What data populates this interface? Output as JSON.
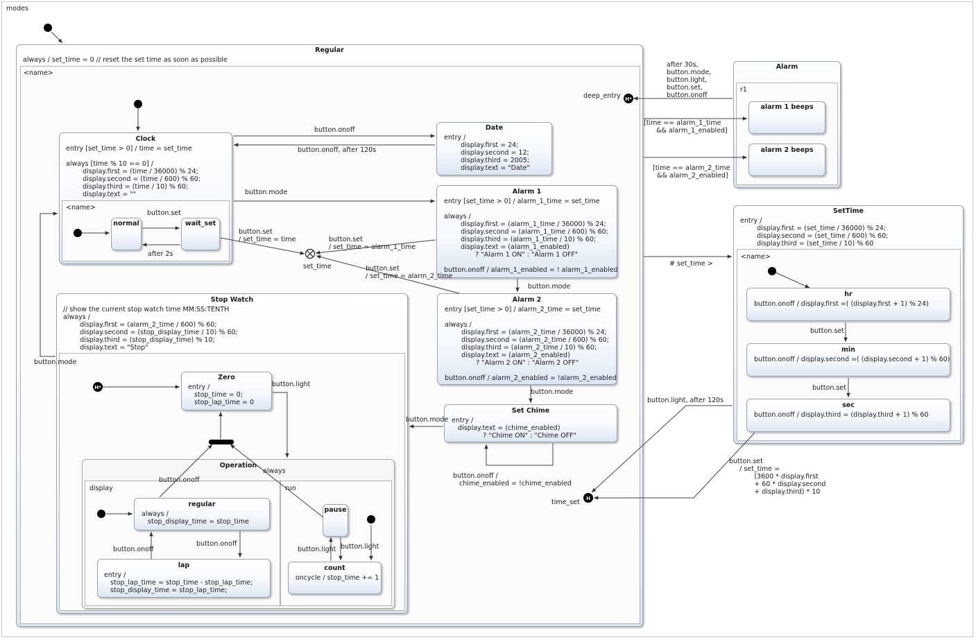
{
  "diagram_title": "modes",
  "states": {
    "regular": {
      "name": "Regular",
      "spec": "always / set_time = 0 // reset the set time as soon as possible",
      "region": "<name>"
    },
    "clock": {
      "name": "Clock",
      "spec": "entry [set_time > 0] / time = set_time\n\nalways [time % 10 == 0] /\n        display.first = (time / 36000) % 24;\n        display.second = (time / 600) % 60;\n        display.third = (time / 10) % 60;\n        display.text = \"\"",
      "region": "<name>"
    },
    "normal": {
      "name": "normal"
    },
    "wait_set": {
      "name": "wait_set"
    },
    "date": {
      "name": "Date",
      "spec": "entry /\n        display.first = 24;\n        display.second = 12;\n        display.third = 2005;\n        display.text = \"Date\""
    },
    "alarm1": {
      "name": "Alarm 1",
      "spec": "entry [set_time > 0] / alarm_1_time = set_time\n\nalways /\n        display.first = (alarm_1_time / 36000) % 24;\n        display.second = (alarm_1_time / 600) % 60;\n        display.third = (alarm_1_time / 10) % 60;\n        display.text = (alarm_1_enabled)\n               ? \"Alarm 1 ON\" : \"Alarm 1 OFF\"\n\nbutton.onoff / alarm_1_enabled = ! alarm_1_enabled"
    },
    "alarm2": {
      "name": "Alarm 2",
      "spec": "entry [set_time > 0] / alarm_2_time = set_time\n\nalways /\n        display.first = (alarm_2_time / 36000) % 24;\n        display.second = (alarm_2_time / 600) % 60;\n        display.third = (alarm_2_time / 10) % 60;\n        display.text = (alarm_2_enabled)\n               ? \"Alarm 2 ON\" : \"Alarm 2 OFF\"\n\nbutton.onoff / alarm_2_enabled = !alarm_2_enabled"
    },
    "set_chime": {
      "name": "Set Chime",
      "spec": "entry /\n   display.text = (chime_enabled)\n               ? \"Chime ON\" : \"Chime OFF\""
    },
    "stop_watch": {
      "name": "Stop Watch",
      "spec": "// show the current stop watch time MM:SS:TENTH\nalways /\n        display.first = (alarm_2_time / 600) % 60;\n        display.second = (stop_display_time / 10) % 60;\n        display.third = (stop_display_time) % 10;\n        display.text = \"Stop\""
    },
    "zero": {
      "name": "Zero",
      "spec": "entry /\n   stop_time = 0;\n   stop_lap_time = 0"
    },
    "operation": {
      "name": "Operation",
      "region_display": "display",
      "region_run": "run"
    },
    "regular_sub": {
      "name": "regular",
      "spec": "always /\n   stop_display_time = stop_time"
    },
    "lap": {
      "name": "lap",
      "spec": "entry /\n   stop_lap_time = stop_time - stop_lap_time;\n   stop_display_time = stop_lap_time;"
    },
    "pause": {
      "name": "pause"
    },
    "count": {
      "name": "count",
      "spec": "oncycle / stop_time += 1"
    },
    "alarm": {
      "name": "Alarm",
      "region": "r1"
    },
    "alarm1_beeps": {
      "name": "alarm 1 beeps"
    },
    "alarm2_beeps": {
      "name": "alarm 2 beeps"
    },
    "settime": {
      "name": "SetTime",
      "spec": "entry /\n        display.first = (set_time / 36000) % 24;\n        display.second = (set_time / 600) % 60;\n        display.third = (set_time / 10) % 60",
      "region": "<name>"
    },
    "hr": {
      "name": "hr",
      "spec": "button.onoff / display.first =( (display.first + 1) % 24)"
    },
    "min": {
      "name": "min",
      "spec": "button.onoff / display.second =( (display.second + 1) % 60)"
    },
    "sec": {
      "name": "sec",
      "spec": "button.onoff / display.third = (display.third + 1) % 60"
    }
  },
  "pseudo": {
    "deep_entry": "deep_entry",
    "set_time_exit": "set_time",
    "time_set": "time_set",
    "deep_history": "H*",
    "shallow_history": "H"
  },
  "transitions": {
    "clock_to_date": "button.onoff",
    "date_to_clock": "button.onoff, after 120s",
    "clock_to_alarm1": "button.mode",
    "normal_to_wait": "button.set",
    "wait_to_normal": "after 2s",
    "wait_to_exit": "button.set\n/ set_time = time",
    "alarm1_to_exit": "button.set\n/ set_time = alarm_1_time",
    "alarm2_to_exit": "button.set\n/ set_time = alarm_2_time",
    "alarm1_to_alarm2": "button.mode",
    "alarm2_to_chime": "button.mode",
    "chime_to_stopwatch": "button.mode",
    "chime_self": "button.onoff /\n   chime_enabled = !chime_enabled",
    "stopwatch_to_clock": "button.mode",
    "zero_to_operation": "button.light",
    "operation_to_zero": "always",
    "regular_to_fork": "button.onoff",
    "regular_to_lap": "button.onoff",
    "lap_to_regular": "button.onoff",
    "pause_to_count": "button.light",
    "count_to_pause": "button.light",
    "alarm_exit": "after 30s,\nbutton.mode,\nbutton.light,\nbutton.set,\nbutton.onoff",
    "to_alarm1_beeps": "[time == alarm_1_time\n      && alarm_1_enabled]",
    "to_alarm2_beeps": "[time == alarm_2_time\n  && alarm_2_enabled]",
    "regular_to_settime": "# set_time >",
    "hr_to_min": "button.set",
    "min_to_sec": "button.set",
    "settime_timeout": "button.light, after 120s",
    "sec_to_time_set": "button.set\n     / set_time =\n            (3600 * display.first\n            + 60 * display.second\n            + display.third) * 10"
  }
}
